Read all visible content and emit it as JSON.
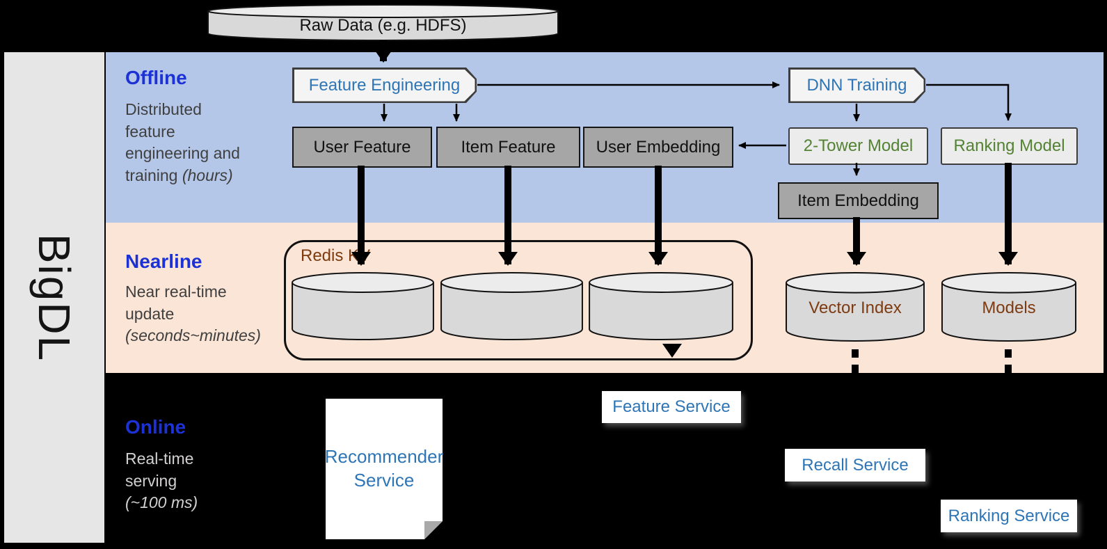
{
  "brand": "BigDL",
  "raw_data": "Raw Data (e.g. HDFS)",
  "colors": {
    "offline_band": "#b5c7e8",
    "nearline_band": "#fbe5d6",
    "online_band": "#000000",
    "band_title_blue": "#1c32d4",
    "node_blue": "#2e75b6",
    "node_green": "#548235",
    "store_brown": "#7e3a10",
    "dark_box": "#a6a6a6",
    "cylinder_fill": "#d9d9d9"
  },
  "offline": {
    "title": "Offline",
    "subtitle": "Distributed feature engineering and training ",
    "subtitle_em": "(hours)",
    "nodes": {
      "feature_engineering": "Feature Engineering",
      "dnn_training": "DNN Training",
      "user_feature": "User Feature",
      "item_feature": "Item Feature",
      "user_embedding": "User Embedding",
      "two_tower_model": "2-Tower Model",
      "ranking_model": "Ranking Model",
      "item_embedding": "Item Embedding"
    }
  },
  "nearline": {
    "title": "Nearline",
    "subtitle": "Near real-time update ",
    "subtitle_em": "(seconds~minutes)",
    "redis_kv": "Redis KV",
    "vector_index": "Vector Index",
    "models": "Models"
  },
  "online": {
    "title": "Online",
    "subtitle": "Real-time serving ",
    "subtitle_em": "(~100 ms)",
    "feature_service": "Feature Service",
    "recommender_service": "Recommender Service",
    "recall_service": "Recall Service",
    "ranking_service": "Ranking Service"
  }
}
